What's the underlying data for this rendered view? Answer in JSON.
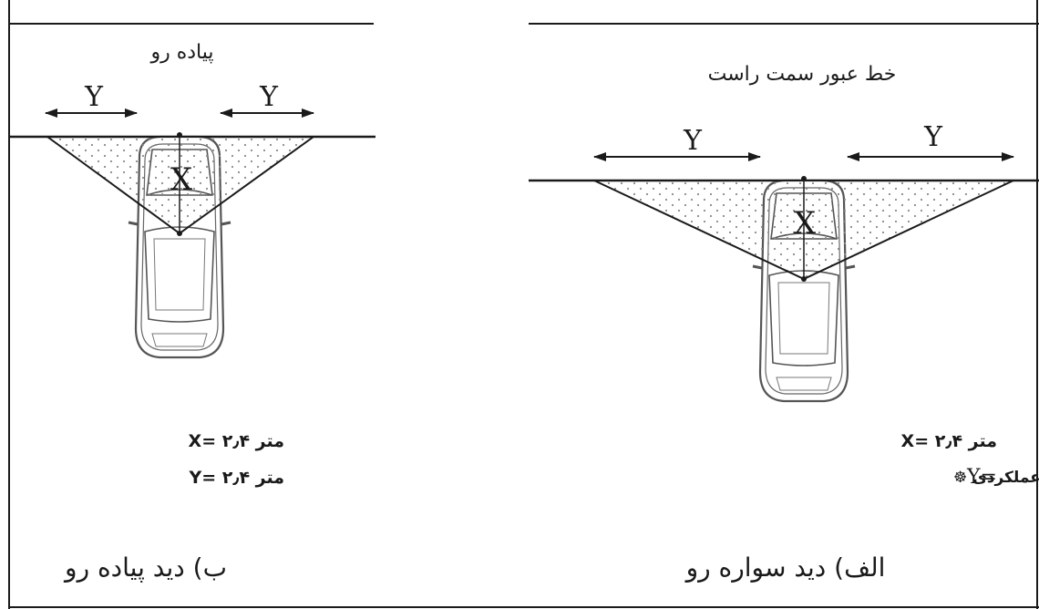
{
  "left_panel": {
    "top_label": "پیاده رو",
    "dim_y_left": "Y",
    "dim_y_right": "Y",
    "dim_x": "X",
    "legend_x": "X= ۲٫۴ متر",
    "legend_y": "Y= ۲٫۴ متر",
    "caption": "ب) دید پیاده رو"
  },
  "right_panel": {
    "top_label": "خط عبور سمت راست",
    "dim_y_left": "Y",
    "dim_y_right": "Y",
    "dim_x": "X",
    "legend_x": "X= ۲٫۴ متر",
    "legend_y_prefix": "Y=",
    "legend_y_text": "بر مبنای سرعت رده عملکردی ☸",
    "caption": "الف) دید سواره رو"
  },
  "colors": {
    "line": "#1a1a1a",
    "car_outline": "#555555",
    "dots": "#8a8a8a"
  }
}
